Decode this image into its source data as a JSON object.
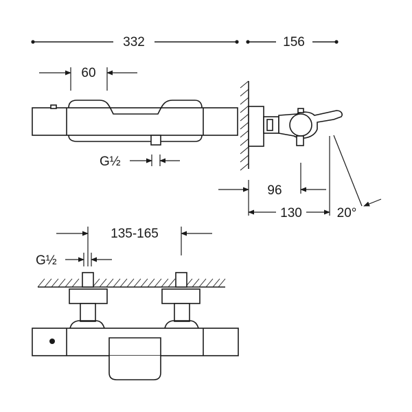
{
  "dimensions": {
    "total_length": "332",
    "depth": "156",
    "control_spacing": "60",
    "thread_top": "G½",
    "thread_bottom": "G½",
    "outlet_96": "96",
    "outlet_130": "130",
    "outlet_angle": "20°",
    "inlet_spacing": "135-165"
  }
}
